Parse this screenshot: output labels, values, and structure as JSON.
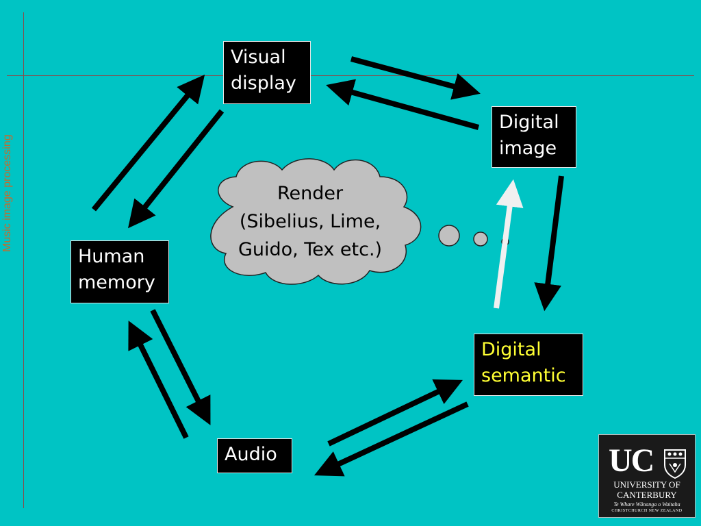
{
  "slide": {
    "side_title": "Music image processing",
    "background_color": "#00c4c4"
  },
  "nodes": {
    "visual_display": "Visual\ndisplay",
    "digital_image": "Digital\nimage",
    "human_memory": "Human\nmemory",
    "digital_semantic": "Digital\nsemantic",
    "audio": "Audio"
  },
  "cloud": {
    "text": "Render\n(Sibelius, Lime,\nGuido, Tex etc.)"
  },
  "colors": {
    "node_text": "#ffffff",
    "semantic_text": "#ffff33",
    "arrow": "#000000",
    "render_arrow": "#f0f0f0",
    "cloud_fill": "#c0c0c0"
  },
  "logo": {
    "initials": "UC",
    "line1": "UNIVERSITY OF",
    "line2": "CANTERBURY",
    "line3": "Te Whare Wānanga o Waitaha",
    "line4": "CHRISTCHURCH NEW ZEALAND"
  }
}
